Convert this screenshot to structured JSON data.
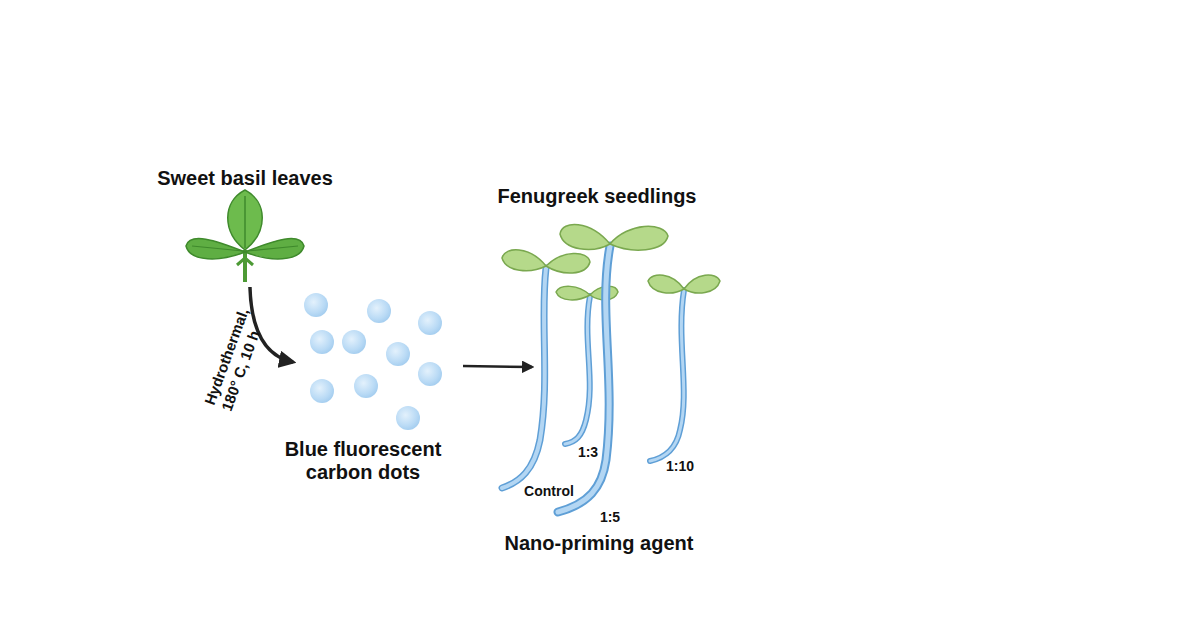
{
  "diagram": {
    "nodes": [
      {
        "text": [
          "Sweet basil leaves"
        ]
      },
      {
        "text": [
          "Blue fluorescent carbon dots"
        ]
      },
      {
        "text": [
          "Fenugreek seedlings"
        ]
      }
    ],
    "edges": [
      {
        "from": 0,
        "to": 1,
        "label": "Hydrothermal, 180° C, 10 h",
        "arrow": "to"
      },
      {
        "from": 1,
        "to": 2,
        "arrow": "to"
      }
    ],
    "labels": [
      "Control",
      "1:3",
      "1:5",
      "1:10",
      "Nano-priming agent"
    ]
  }
}
